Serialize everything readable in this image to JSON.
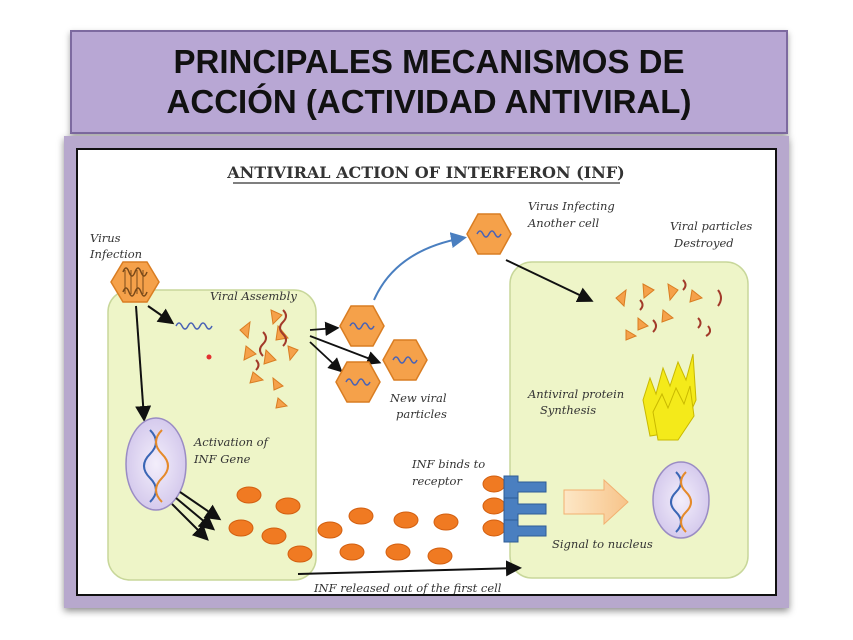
{
  "slide": {
    "title_line1": "PRINCIPALES MECANISMOS DE",
    "title_line2": "ACCIÓN (ACTIVIDAD ANTIVIRAL)"
  },
  "diagram": {
    "heading": "ANTIVIRAL ACTION OF INTERFERON (INF)",
    "labels": {
      "virus_infection_1": "Virus",
      "virus_infection_2": "Infection",
      "viral_assembly": "Viral Assembly",
      "virus_infecting_1": "Virus  Infecting",
      "virus_infecting_2": "Another cell",
      "viral_destroyed_1": "Viral particles",
      "viral_destroyed_2": "Destroyed",
      "new_viral_1": "New viral",
      "new_viral_2": "particles",
      "activation_1": "Activation of",
      "activation_2": "INF Gene",
      "antiviral_protein_1": "Antiviral protein",
      "antiviral_protein_2": "Synthesis",
      "inf_binds_1": "INF binds to",
      "inf_binds_2": "receptor",
      "signal_to_nucleus": "Signal to nucleus",
      "inf_released": "INF released out of the first cell"
    },
    "colors": {
      "cell_fill": "#eef5c8",
      "virus_orange": "#f5a14a",
      "interferon_orange": "#f07a22",
      "receptor_blue": "#4a7fc0",
      "protein_yellow": "#f4ea1a",
      "nucleus_purple": "#ddd4f0"
    }
  }
}
